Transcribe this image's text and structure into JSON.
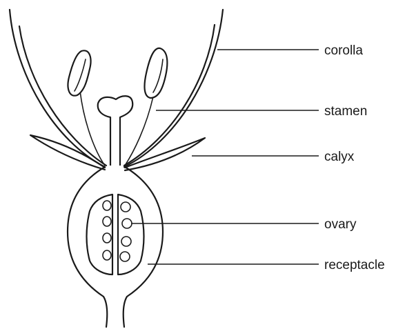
{
  "labels": {
    "corolla": "corolla",
    "stamen": "stamen",
    "calyx": "calyx",
    "ovary": "ovary",
    "receptacle": "receptacle"
  }
}
